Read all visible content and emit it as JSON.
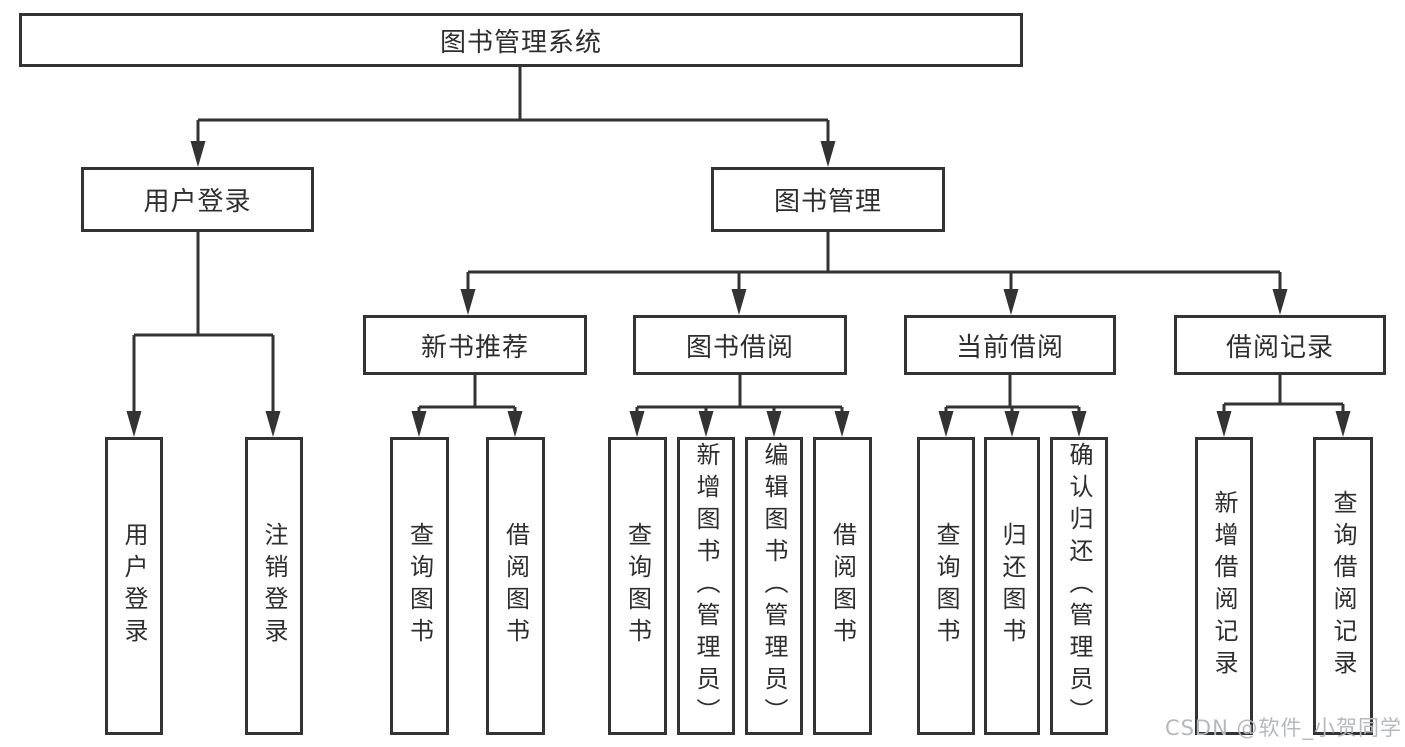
{
  "diagram": {
    "root": {
      "label": "图书管理系统"
    },
    "level2": [
      {
        "label": "用户登录"
      },
      {
        "label": "图书管理"
      }
    ],
    "level3": [
      {
        "label": "新书推荐",
        "parent": "图书管理"
      },
      {
        "label": "图书借阅",
        "parent": "图书管理"
      },
      {
        "label": "当前借阅",
        "parent": "图书管理"
      },
      {
        "label": "借阅记录",
        "parent": "图书管理"
      }
    ],
    "leaves": [
      {
        "label": "用户登录",
        "parent": "用户登录"
      },
      {
        "label": "注销登录",
        "parent": "用户登录"
      },
      {
        "label": "查询图书",
        "parent": "新书推荐"
      },
      {
        "label": "借阅图书",
        "parent": "新书推荐"
      },
      {
        "label": "查询图书",
        "parent": "图书借阅"
      },
      {
        "label": "新增图书（管理员）",
        "parent": "图书借阅"
      },
      {
        "label": "编辑图书（管理员）",
        "parent": "图书借阅"
      },
      {
        "label": "借阅图书",
        "parent": "图书借阅"
      },
      {
        "label": "查询图书",
        "parent": "当前借阅"
      },
      {
        "label": "归还图书",
        "parent": "当前借阅"
      },
      {
        "label": "确认归还（管理员）",
        "parent": "当前借阅"
      },
      {
        "label": "新增借阅记录",
        "parent": "借阅记录"
      },
      {
        "label": "查询借阅记录",
        "parent": "借阅记录"
      }
    ]
  },
  "watermark": {
    "text": "CSDN @软件_小贺同学"
  },
  "colors": {
    "line": "#333333",
    "box_border": "#333333",
    "text": "#2e2e2e",
    "watermark": "#b5b8bd",
    "background": "#ffffff"
  }
}
